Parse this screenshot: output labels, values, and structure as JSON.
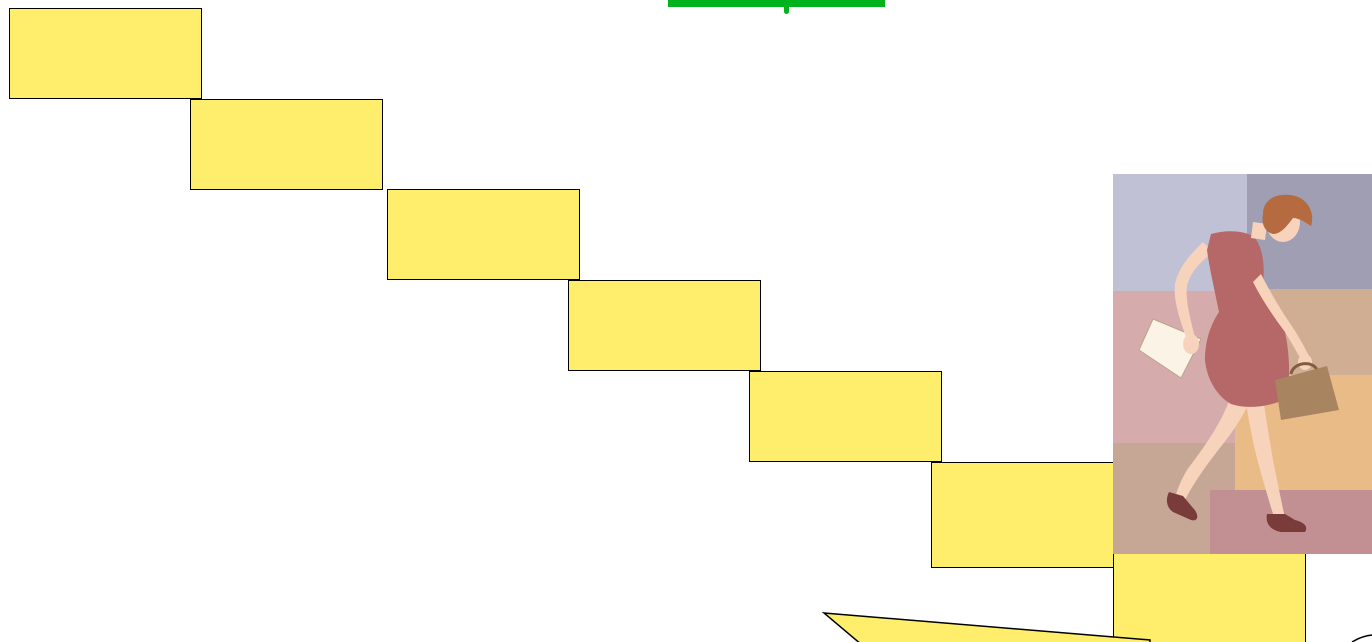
{
  "slide": {
    "colors": {
      "step_fill": "#FFEE6B",
      "step_border": "#000000",
      "accent_green": "#00B21C",
      "bg": "#FFFFFF"
    },
    "steps": [
      {
        "name": "step-1"
      },
      {
        "name": "step-2"
      },
      {
        "name": "step-3"
      },
      {
        "name": "step-4"
      },
      {
        "name": "step-5"
      },
      {
        "name": "step-6"
      },
      {
        "name": "step-7"
      }
    ],
    "clipart": {
      "icon": "woman-climbing-stairs-illustration",
      "palette": {
        "wall_top_left": "#C1C1D5",
        "wall_top_right": "#9F9EB3",
        "wall_mid_left": "#D6ABAC",
        "wall_mid_right": "#CFAE94",
        "wall_low_right": "#E9BB86",
        "floor_left": "#C6A694",
        "floor_right": "#C28F92",
        "dress": "#B66767",
        "skin": "#F8D3BC",
        "hair": "#B56A3F",
        "bag": "#A98461",
        "shoes": "#7A3C3A",
        "paper": "#FBF3E6"
      }
    }
  }
}
